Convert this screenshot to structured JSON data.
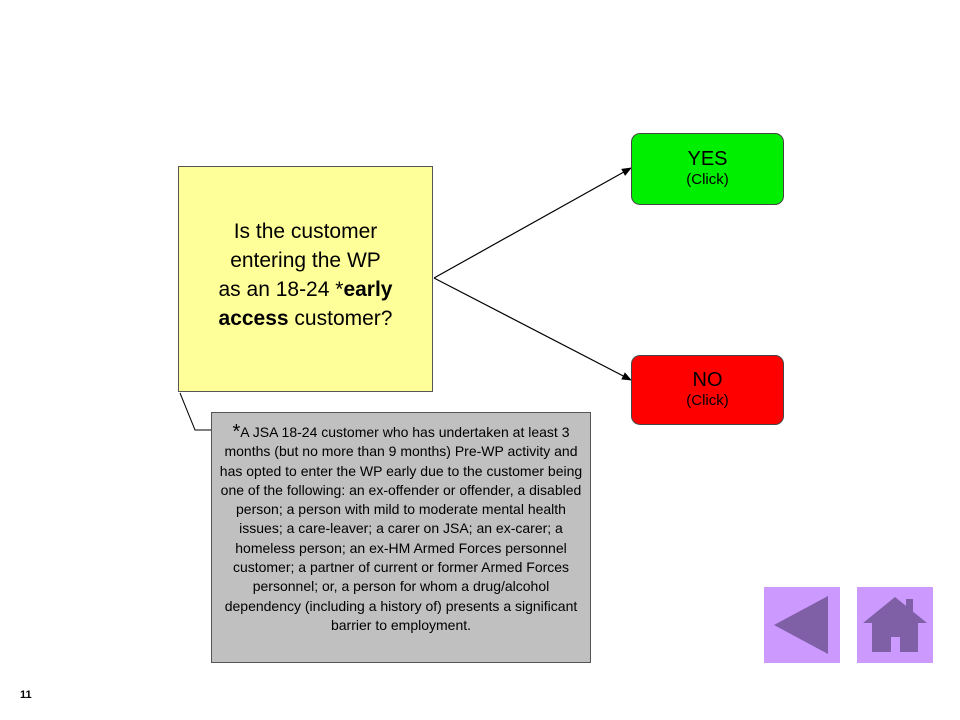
{
  "question": {
    "line1": "Is the customer",
    "line2": "entering the WP",
    "line3_pre": "as an 18-24 *",
    "line3_bold": "early",
    "line4_bold": "access",
    "line4_post": " customer?"
  },
  "answers": {
    "yes": {
      "label": "YES",
      "sub": "(Click)",
      "color": "#00ee00"
    },
    "no": {
      "label": "NO",
      "sub": "(Click)",
      "color": "#ff0000"
    }
  },
  "footnote": {
    "star": "*",
    "text": "A JSA 18-24 customer who has undertaken at least 3 months (but no more than 9 months) Pre-WP activity and has opted to enter the WP early due to the customer being one of the following: an ex-offender or offender, a disabled person; a person with mild to moderate mental health issues; a care-leaver; a carer on JSA; an ex-carer; a homeless person; an ex-HM Armed Forces personnel customer; a partner of current or former Armed Forces personnel; or, a person for whom a drug/alcohol dependency (including a history of) presents a significant barrier to employment."
  },
  "page_number": "11",
  "nav": {
    "back_icon": "back-arrow-icon",
    "home_icon": "home-icon",
    "button_color": "#cc99ff",
    "icon_color": "#7f5fa6"
  }
}
